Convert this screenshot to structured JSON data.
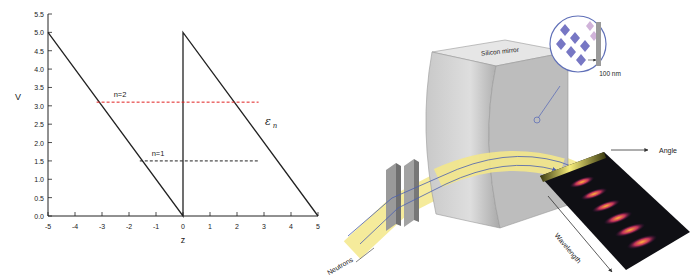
{
  "diagram": {
    "labels": [
      "5.5",
      "5.0",
      "4.5",
      "4.0",
      "3.5",
      "3.0",
      "2.5",
      "2.0",
      "1.5",
      "1.0",
      "0.5",
      "0.0",
      "-5",
      "-4",
      "-3",
      "-2",
      "-1",
      "0",
      "1",
      "2",
      "3",
      "4",
      "5",
      "V",
      "z",
      "n=2",
      "n=1",
      "ε",
      "n",
      "Silicon mirror",
      "100 nm",
      "Neutrons",
      "Angle",
      "Wavelength"
    ]
  }
}
